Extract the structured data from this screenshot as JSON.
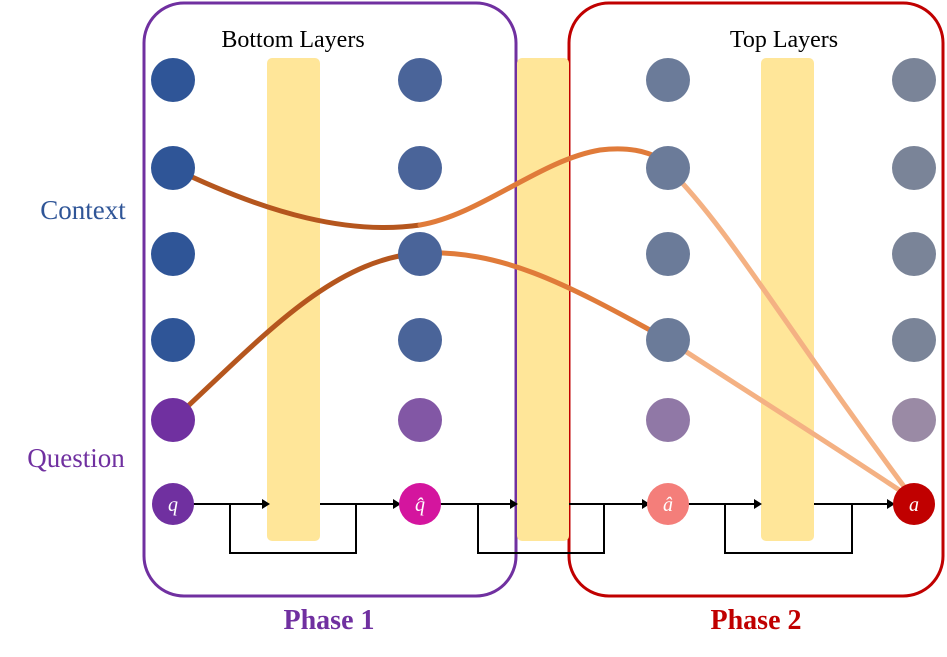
{
  "labels": {
    "bottom_layers": "Bottom Layers",
    "top_layers": "Top Layers",
    "context": "Context",
    "question": "Question",
    "phase1": "Phase 1",
    "phase2": "Phase 2"
  },
  "tokens": {
    "q": "q",
    "q_hat": "q̂",
    "a_hat": "â",
    "a": "a"
  },
  "colors": {
    "phase1_border": "#7030A0",
    "phase2_border": "#C00000",
    "context_text": "#2F5597",
    "question_text": "#7030A0",
    "phase1_text": "#7030A0",
    "phase2_text": "#C00000",
    "layer_bar": "#FFE699",
    "node_col1": "#2F5597",
    "node_col2": "#4A6499",
    "node_col3": "#6B7B99",
    "node_col4": "#7A8498",
    "question_col1": "#7030A0",
    "question_col2": "#8257A5",
    "question_col3": "#9078A6",
    "question_col4": "#9A8AA5",
    "token_q": "#7030A0",
    "token_q_hat": "#D4159E",
    "token_a_hat": "#F47E7A",
    "token_a": "#C00000",
    "curve_dark": "#B5561E",
    "curve_mid": "#E07B3A",
    "curve_light": "#F4B183"
  }
}
